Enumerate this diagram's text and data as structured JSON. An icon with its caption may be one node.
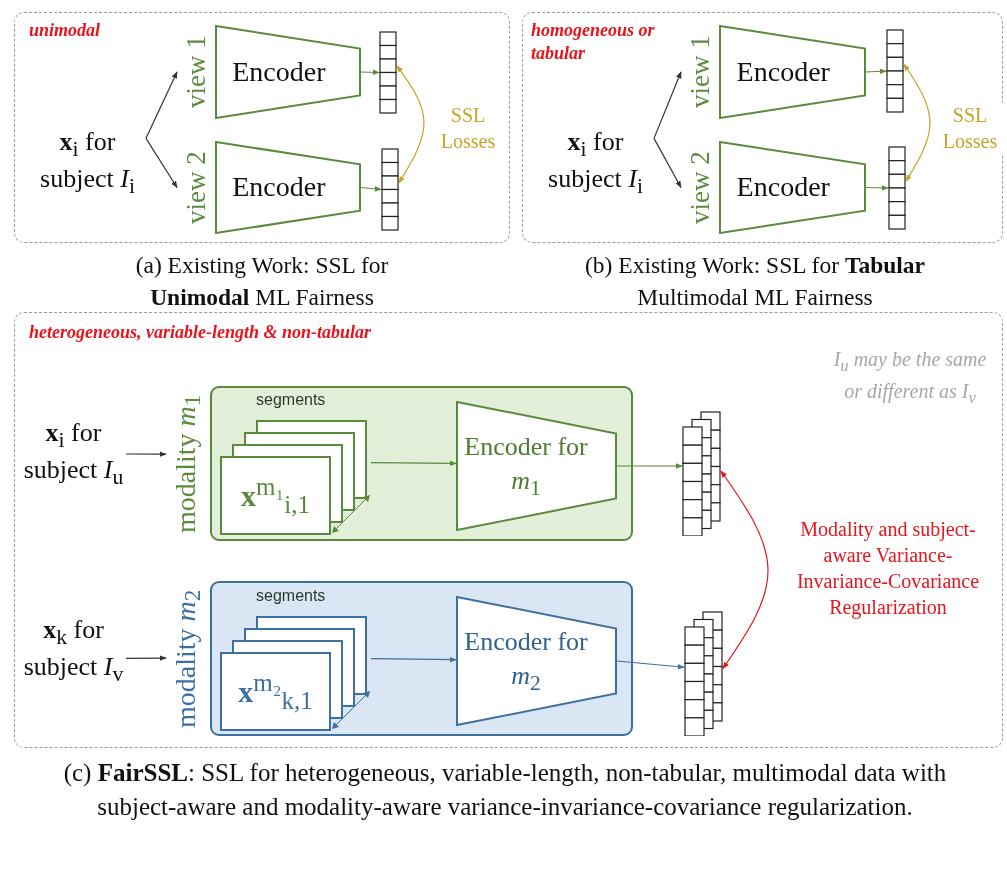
{
  "diagram": {
    "nodes": [
      {
        "text": [
          "unimodal"
        ],
        "beside": [
          "(a) Existing Work: SSL for **Unimodal** ML Fairness"
        ]
      },
      {
        "text": [
          "**x**$_{i}$ for subject *I*$_{i}$"
        ],
        "in": 0
      },
      {
        "text": [
          "Encoder"
        ],
        "beside": [
          "view 1"
        ],
        "in": 0
      },
      {
        "text": [
          "Encoder"
        ],
        "beside": [
          "view 2"
        ],
        "in": 0
      },
      {
        "text": [],
        "shape": "bar",
        "in": 0
      },
      {
        "text": [],
        "shape": "bar",
        "in": 0
      },
      {
        "text": [
          "homogeneous or tabular"
        ],
        "beside": [
          "(b) Existing Work: SSL for **Tabular** Multimodal ML Fairness"
        ]
      },
      {
        "text": [
          "**x**$_{i}$ for subject *I*$_{i}$"
        ],
        "in": 6
      },
      {
        "text": [
          "Encoder"
        ],
        "beside": [
          "view 1"
        ],
        "in": 6
      },
      {
        "text": [
          "Encoder"
        ],
        "beside": [
          "view 2"
        ],
        "in": 6
      },
      {
        "text": [],
        "shape": "bar",
        "in": 6
      },
      {
        "text": [],
        "shape": "bar",
        "in": 6
      },
      {
        "text": [
          "heterogeneous, variable-length & non-tabular"
        ],
        "beside": [
          "(c) **FairSSL**: SSL for heterogeneous, variable-length, non-tabular, multimodal data with subject-aware and modality-aware variance-invariance-covariance regularization."
        ]
      },
      {
        "text": [
          "**x**$_{i}$ for subject *I*$_{u}$"
        ],
        "in": 12
      },
      {
        "text": [
          "modality *m*$_{1}$"
        ],
        "in": 12
      },
      {
        "text": [
          "segments",
          "**x**$^{m₁}$$_{i,1}$"
        ],
        "in": 14
      },
      {
        "text": [
          "Encoder for *m*$_{1}$"
        ],
        "in": 14
      },
      {
        "text": [],
        "shape": "bar",
        "in": 12
      },
      {
        "text": [
          "**x**$_{k}$ for subject *I*$_{v}$"
        ],
        "in": 12
      },
      {
        "text": [
          "modality *m*$_{2}$"
        ],
        "in": 12
      },
      {
        "text": [
          "segments",
          "**x**$^{m₂}$$_{k,1}$"
        ],
        "in": 19
      },
      {
        "text": [
          "Encoder for *m*$_{2}$"
        ],
        "in": 19
      },
      {
        "text": [],
        "shape": "bar",
        "in": 12
      }
    ],
    "edges": [
      {
        "from": 1,
        "to": 2,
        "arrow": "to"
      },
      {
        "from": 1,
        "to": 3,
        "arrow": "to"
      },
      {
        "from": 2,
        "to": 4,
        "arrow": "to",
        "color": "#5a8a3c"
      },
      {
        "from": 3,
        "to": 5,
        "arrow": "to",
        "color": "#5a8a3c"
      },
      {
        "from": 4,
        "to": 5,
        "arrow": "both",
        "label": "SSL Losses",
        "color": "#c9a227"
      },
      {
        "from": 7,
        "to": 8,
        "arrow": "to"
      },
      {
        "from": 7,
        "to": 9,
        "arrow": "to"
      },
      {
        "from": 8,
        "to": 10,
        "arrow": "to",
        "color": "#5a8a3c"
      },
      {
        "from": 9,
        "to": 11,
        "arrow": "to",
        "color": "#5a8a3c"
      },
      {
        "from": 10,
        "to": 11,
        "arrow": "both",
        "label": "SSL Losses",
        "color": "#c9a227"
      },
      {
        "from": 13,
        "to": 14,
        "arrow": "to"
      },
      {
        "from": 15,
        "to": 16,
        "arrow": "to",
        "color": "#5a8a3c"
      },
      {
        "from": 16,
        "to": 17,
        "arrow": "to",
        "color": "#5a8a3c"
      },
      {
        "from": 18,
        "to": 19,
        "arrow": "to"
      },
      {
        "from": 20,
        "to": 21,
        "arrow": "to",
        "color": "#3d6fa0"
      },
      {
        "from": 21,
        "to": 22,
        "arrow": "to",
        "color": "#3d6fa0"
      },
      {
        "from": 17,
        "to": 22,
        "arrow": "both",
        "label": "Modality and subject-aware Variance-Invariance-Covariance Regularization",
        "color": "#e8141c"
      }
    ],
    "labels": [
      "I$_{u}$ may be the same or different as I$_{v}$"
    ]
  }
}
